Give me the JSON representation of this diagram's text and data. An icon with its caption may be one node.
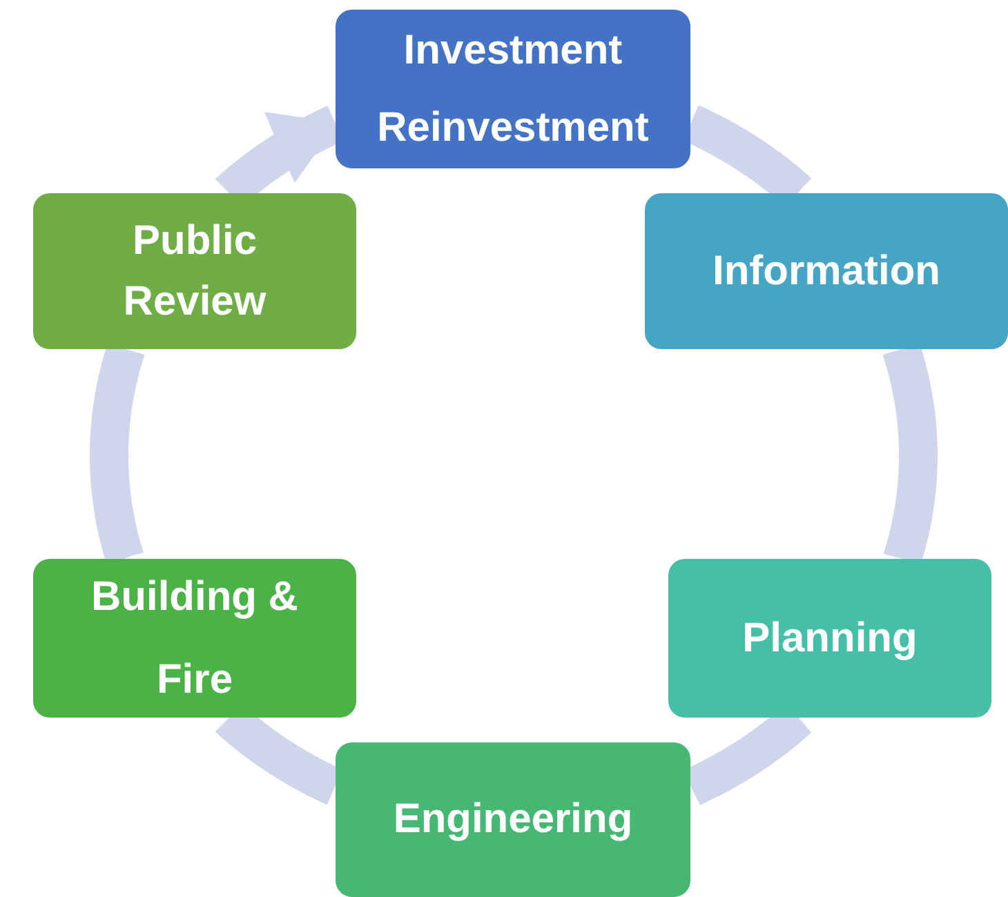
{
  "diagram": {
    "nodes": [
      {
        "text": [
          "Investment Reinvestment"
        ]
      },
      {
        "text": [
          "Information"
        ]
      },
      {
        "text": [
          "Planning"
        ]
      },
      {
        "text": [
          "Engineering"
        ]
      },
      {
        "text": [
          "Building & Fire"
        ]
      },
      {
        "text": [
          "Public Review"
        ]
      }
    ],
    "edges": [
      {
        "from": 0,
        "to": 1,
        "arrow": "none"
      },
      {
        "from": 1,
        "to": 2,
        "arrow": "none"
      },
      {
        "from": 2,
        "to": 3,
        "arrow": "none"
      },
      {
        "from": 3,
        "to": 4,
        "arrow": "none"
      },
      {
        "from": 4,
        "to": 5,
        "arrow": "none"
      },
      {
        "from": 5,
        "to": 0,
        "arrow": "to"
      }
    ]
  }
}
